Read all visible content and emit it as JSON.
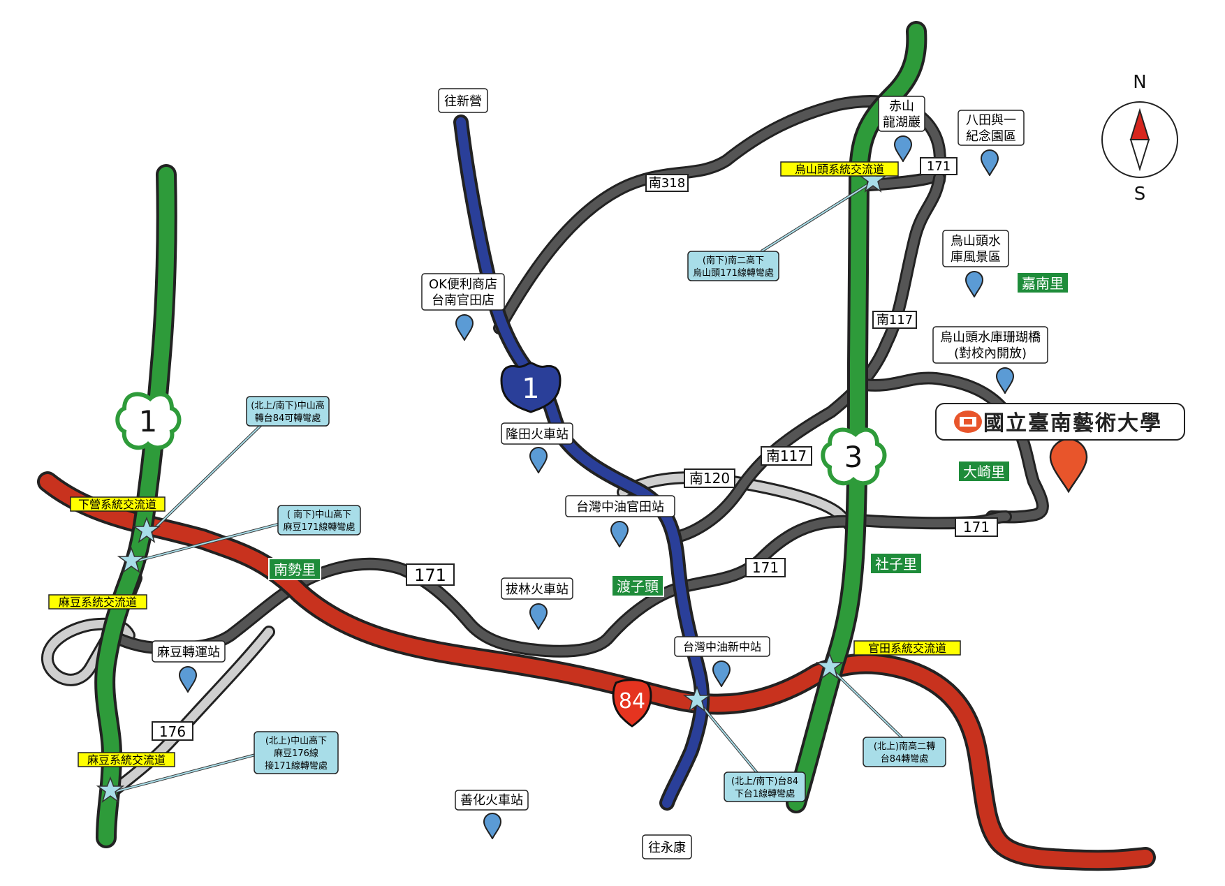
{
  "compass": {
    "north": "N",
    "south": "S"
  },
  "university": {
    "name": "國立臺南藝術大學"
  },
  "directions": {
    "xinying": "往新營",
    "yongkang": "往永康"
  },
  "highways": {
    "nh1": "1",
    "nh3": "3",
    "pr1": "1",
    "pr84": "84"
  },
  "route_labels": {
    "nan318": "南318",
    "r171_a": "171",
    "nan117_a": "南117",
    "nan117_b": "南117",
    "nan120": "南120",
    "r171_b": "171",
    "r171_c": "171",
    "r171_d": "171",
    "r176": "176"
  },
  "interchanges": {
    "wushantou": "烏山頭系統交流道",
    "xiaying": "下營系統交流道",
    "madou": "麻豆系統交流道",
    "madou2": "麻豆系統交流道",
    "guantian": "官田系統交流道"
  },
  "villages": {
    "jianan": "嘉南里",
    "daqi": "大崎里",
    "shezi": "社子里",
    "dutou": "渡子頭",
    "nanshi": "南勢里"
  },
  "places": {
    "chishan_1": "赤山",
    "chishan_2": "龍湖巖",
    "hatta_1": "八田與一",
    "hatta_2": "紀念園區",
    "scenic_1": "烏山頭水",
    "scenic_2": "庫風景區",
    "bridge_1": "烏山頭水庫珊瑚橋",
    "bridge_2": "(對校內開放)",
    "ok_1": "OK便利商店",
    "ok_2": "台南官田店",
    "longtian": "隆田火車站",
    "cpc_guantian": "台灣中油官田站",
    "balin": "拔林火車站",
    "madou_transit": "麻豆轉運站",
    "cpc_xinzhong": "台灣中油新中站",
    "shanhua": "善化火車站"
  },
  "notes": {
    "n1_1": "(南下)南二高下",
    "n1_2": "烏山頭171線轉彎處",
    "n2_1": "(北上/南下)中山高",
    "n2_2": "轉台84可轉彎處",
    "n3_1": "( 南下)中山高下",
    "n3_2": "麻豆171線轉彎處",
    "n4_1": "(北上)中山高下",
    "n4_2": "麻豆176線",
    "n4_3": "接171線轉彎處",
    "n5_1": "(北上/南下)台84",
    "n5_2": "下台1線轉彎處",
    "n6_1": "(北上)南高二轉",
    "n6_2": "台84轉彎處"
  },
  "colors": {
    "freeway_green": "#2e9b3a",
    "expressway_red": "#c8321e",
    "highway_blue": "#2a3f99",
    "local_gray": "#555555",
    "light_gray": "#cfcfcf",
    "village_green": "#1e8c3a",
    "interchange_yellow": "#ffff00",
    "note_blue": "#a8dde8",
    "pin_blue": "#5b9bd5",
    "pin_orange": "#e8552b"
  }
}
